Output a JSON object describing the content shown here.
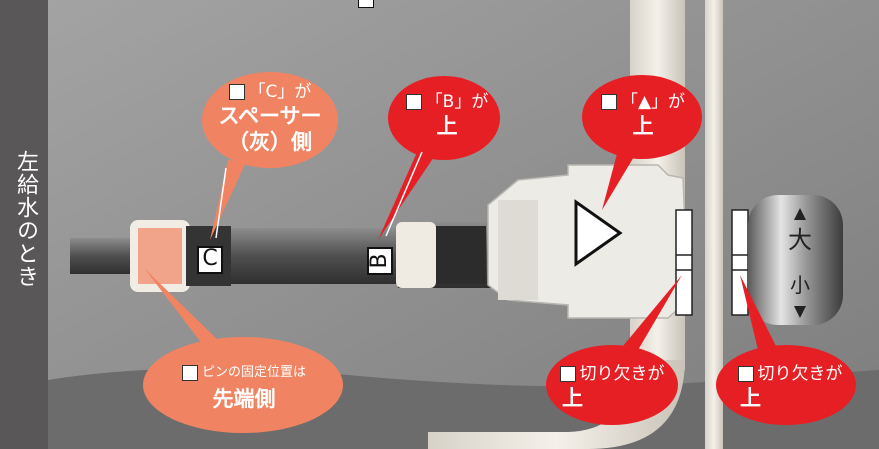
{
  "side_label": "左給水のとき",
  "callouts": {
    "c_spacer": {
      "line1": "「C」が",
      "line2": "スペーサー",
      "line3": "（灰）側"
    },
    "b_up": {
      "line1": "「B」が",
      "line2": "上"
    },
    "triangle_up": {
      "line1": "「▲」が",
      "line2": "上"
    },
    "pin_tip": {
      "line1": "ピンの固定位置は",
      "line2": "先端側"
    },
    "notch_left": {
      "line1": "切り欠きが",
      "line2": "上"
    },
    "notch_right": {
      "line1": "切り欠きが",
      "line2": "上"
    }
  },
  "part_marks": {
    "c": "C",
    "b": "B"
  },
  "icons": {
    "checkbox": "checkbox-icon",
    "triangle": "triangle-mark-icon"
  },
  "colors": {
    "bubble_red": "#e61f25",
    "bubble_salmon": "#f08462",
    "side_bar": "#595757"
  }
}
